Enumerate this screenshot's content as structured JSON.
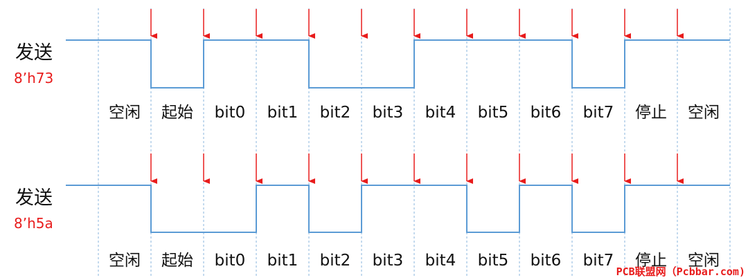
{
  "colors": {
    "signal": "#5b9bd5",
    "arrow": "#e81c1c",
    "hex_label": "#e81c1c",
    "grid": "#8ab4dc",
    "text": "#111111",
    "watermark": "#e81c1c"
  },
  "rows": [
    {
      "title": "发送",
      "hex": "8’h73",
      "levels": [
        1,
        0,
        1,
        1,
        0,
        0,
        1,
        1,
        1,
        0,
        1,
        1
      ],
      "cells": [
        "空闲",
        "起始",
        "bit0",
        "bit1",
        "bit2",
        "bit3",
        "bit4",
        "bit5",
        "bit6",
        "bit7",
        "停止",
        "空闲"
      ]
    },
    {
      "title": "发送",
      "hex": "8’h5a",
      "levels": [
        1,
        0,
        0,
        1,
        0,
        1,
        1,
        0,
        1,
        0,
        1,
        1
      ],
      "cells": [
        "空闲",
        "起始",
        "bit0",
        "bit1",
        "bit2",
        "bit3",
        "bit4",
        "bit5",
        "bit6",
        "bit7",
        "停止",
        "空闲"
      ]
    }
  ],
  "watermark": "PCB联盟网（Pcbbar.com)"
}
